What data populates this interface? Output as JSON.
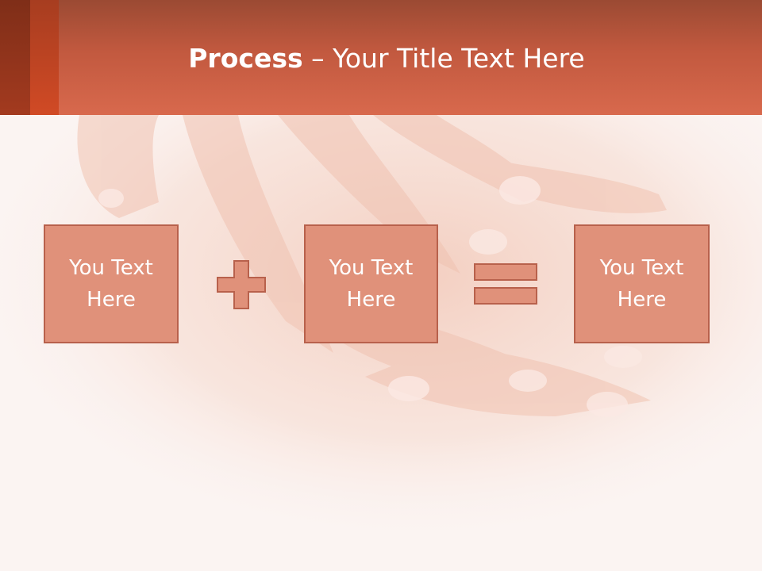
{
  "slide": {
    "title_bold": "Process",
    "title_rest": " – Your Title Text Here"
  },
  "process": {
    "step1": "You Text\nHere",
    "operator1": "plus-icon",
    "step2": "You Text\nHere",
    "operator2": "equals-icon",
    "step3": "You Text\nHere"
  },
  "colors": {
    "header": "#d8694d",
    "box_fill": "#e0917a",
    "box_border": "#b8614c",
    "background": "#fbf4f2"
  }
}
